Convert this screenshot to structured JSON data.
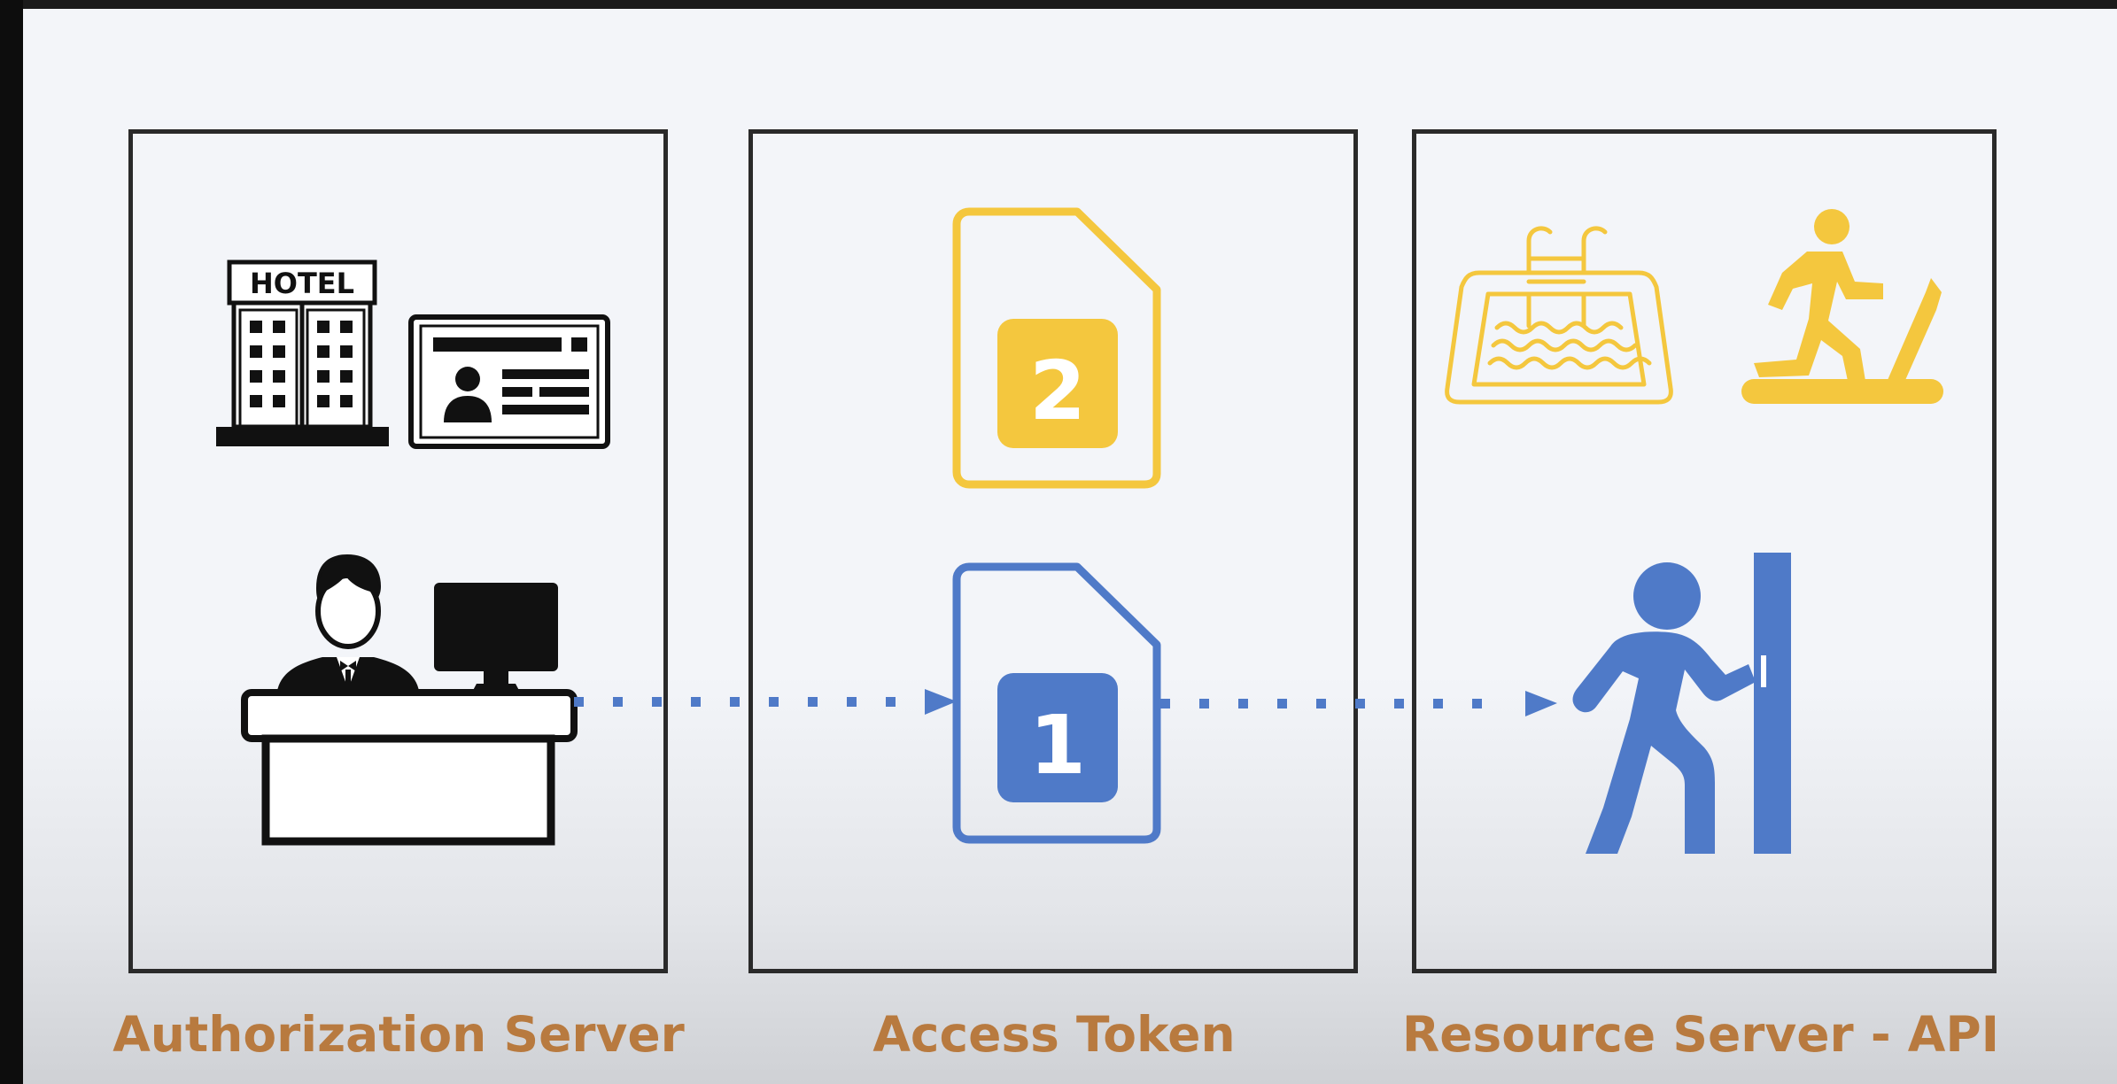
{
  "labels": {
    "authorization_server": "Authorization Server",
    "access_token": "Access Token",
    "resource_server": "Resource Server - API"
  },
  "icons": {
    "hotel_sign": "HOTEL",
    "token_top_number": "2",
    "token_bottom_number": "1"
  },
  "colors": {
    "caption": "#b87a3f",
    "gold": "#f4c73e",
    "blue": "#4f7ac8",
    "outline": "#2a2a2a"
  }
}
